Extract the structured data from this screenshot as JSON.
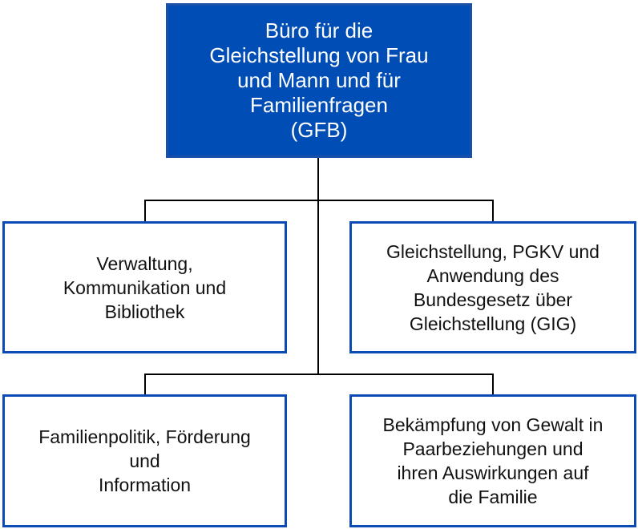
{
  "root": {
    "text": "Büro für die\nGleichstellung von Frau\nund Mann und für\nFamilienfragen\n(GFB)"
  },
  "units": [
    {
      "text": "Verwaltung,\nKommunikation und\nBibliothek"
    },
    {
      "text": "Gleichstellung, PGKV und\nAnwendung des\nBundesgesetz über\nGleichstellung (GIG)"
    },
    {
      "text": "Familienpolitik, Förderung\nund\nInformation"
    },
    {
      "text": "Bekämpfung von Gewalt in\nPaarbeziehungen und\nihren Auswirkungen auf\ndie Familie"
    }
  ],
  "colors": {
    "root_fill": "#004db5",
    "border": "#0a4cb4"
  }
}
